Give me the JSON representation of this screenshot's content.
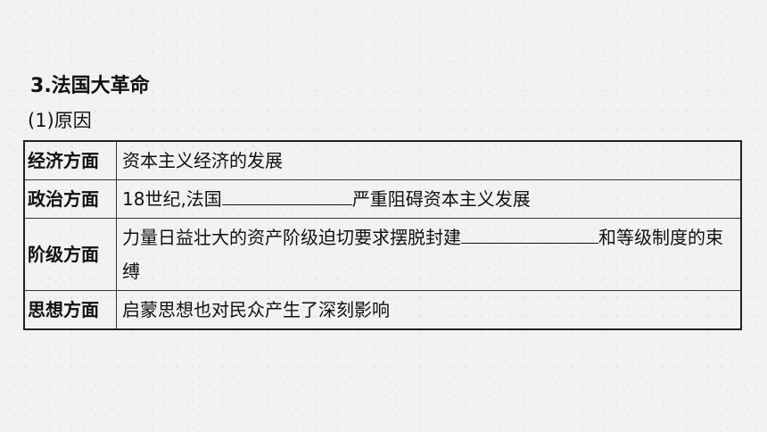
{
  "section": {
    "number": "3",
    "title": ".法国大革命"
  },
  "subsection": {
    "label": "(1)原因"
  },
  "table": {
    "rows": [
      {
        "aspect": "经济方面",
        "before": "资本主义经济的发展",
        "after": ""
      },
      {
        "aspect": "政治方面",
        "before": "18世纪,法国",
        "after": "严重阻碍资本主义发展"
      },
      {
        "aspect": "阶级方面",
        "before": "力量日益壮大的资产阶级迫切要求摆脱封建",
        "after": "和等级制度的束缚"
      },
      {
        "aspect": "思想方面",
        "before": "启蒙思想也对民众产生了深刻影响",
        "after": ""
      }
    ]
  }
}
